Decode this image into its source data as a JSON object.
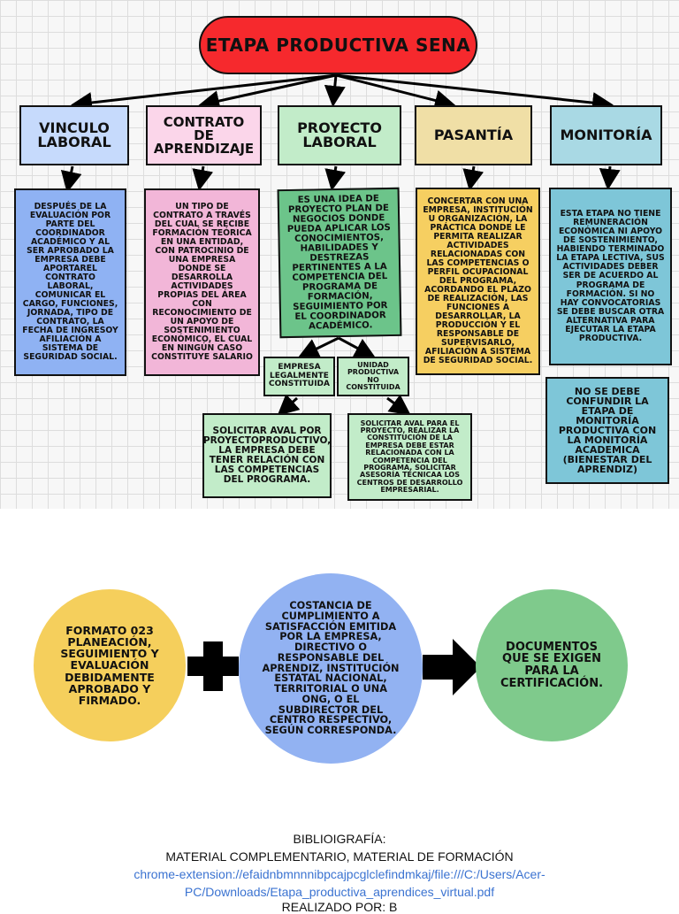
{
  "title": "ETAPA PRODUCTIVA SENA",
  "categories": [
    {
      "label": "VINCULO LABORAL",
      "color": "#c6dafc"
    },
    {
      "label": "CONTRATO DE APRENDIZAJE",
      "color": "#fbd6ea"
    },
    {
      "label": "PROYECTO LABORAL",
      "color": "#c2ecc9"
    },
    {
      "label": "PASANTÍA",
      "color": "#f0dfa6"
    },
    {
      "label": "MONITORÍA",
      "color": "#a9d9e4"
    }
  ],
  "descriptions": [
    {
      "text": "DESPUÉS DE LA EVALUACIÓN POR PARTE DEL COORDINADOR ACADÉMICO Y AL SER APROBADO LA EMPRESA DEBE APORTAREL CONTRATO LABORAL, COMUNICAR EL CARGO, FUNCIONES, JORNADA, TIPO DE CONTRATO, LA FECHA DE INGRESOY AFILIACIÓN A SISTEMA DE SEGURIDAD SOCIAL.",
      "color": "#8fb2f3"
    },
    {
      "text": "UN TIPO DE CONTRATO A TRAVÉS DEL CUAL SE RECIBE FORMACIÓN TEÓRICA EN UNA ENTIDAD, CON PATROCINIO DE UNA EMPRESA DONDE SE DESARROLLA ACTIVIDADES PROPIAS DEL ÁREA CON RECONOCIMIENTO DE UN APOYO DE SOSTENIMIENTO ECONÓMICO, EL CUAL EN NINGÚN CASO CONSTITUYE SALARIO",
      "color": "#f2b6d8"
    },
    {
      "text": "ES UNA IDEA DE PROYECTO PLAN DE NEGOCIOS DONDE PUEDA APLICAR LOS CONOCIMIENTOS, HABILIDADES Y DESTREZAS PERTINENTES A LA COMPETENCIA DEL PROGRAMA DE FORMACIÓN, SEGUIMIENTO POR EL COORDINADOR ACADÉMICO.",
      "color": "#6cc48a"
    },
    {
      "text": "CONCERTAR CON UNA EMPRESA, INSTITUCIÓN U ORGANIZACIÓN, LA PRÁCTICA DONDE LE PERMITA REALIZAR ACTIVIDADES RELACIONADAS CON LAS COMPETENCIAS O PERFIL OCUPACIONAL DEL PROGRAMA, ACORDANDO EL PLAZO DE REALIZACIÓN, LAS FUNCIONES A DESARROLLAR, LA PRODUCCIÓN Y EL RESPONSABLE DE SUPERVISARLO, AFILIACIÓN A SISTEMA DE SEGURIDAD SOCIAL.",
      "color": "#f6cf61"
    },
    {
      "text": "ESTA ETAPA NO TIENE REMUNERACIÓN ECONÓMICA NI APOYO DE SOSTENIMIENTO, HABIENDO TERMINADO LA ETAPA LECTIVA, SUS ACTIVIDADES DEBER SER DE ACUERDO AL PROGRAMA DE FORMACIÓN. SI NO HAY CONVOCATORIAS SE DEBE BUSCAR OTRA ALTERNATIVA PARA EJECUTAR LA ETAPA PRODUCTIVA.",
      "color": "#7ec6d8"
    }
  ],
  "monitoria_note": "NO SE DEBE CONFUNDIR LA ETAPA DE MONITORÍA PRODUCTIVA CON LA MONITORÍA ACADEMICA (BIENESTAR DEL APRENDIZ)",
  "proyecto_branches": [
    {
      "label": "EMPRESA LEGALMENTE CONSTITUIDA",
      "result": "SOLICITAR AVAL POR PROYECTOPRODUCTIVO, LA EMPRESA DEBE TENER RELACIÓN CON LAS COMPETENCIAS DEL PROGRAMA."
    },
    {
      "label": "UNIDAD PRODUCTIVA NO CONSTITUIDA",
      "result": "SOLICITAR AVAL PARA EL PROYECTO, REALIZAR LA CONSTITUCIÓN DE LA EMPRESA DEBE ESTAR RELACIONADA CON LA COMPETENCIA DEL PROGRAMA, SOLICITAR ASESORÍA TÉCNICAA LOS CENTROS DE DESARROLLO EMPRESARIAL."
    }
  ],
  "requirements": {
    "formato": {
      "text": "FORMATO 023 PLANEACIÓN, SEGUIMIENTO Y EVALUACIÓN DEBIDAMENTE APROBADO Y FIRMADO.",
      "color": "#f5cf5c"
    },
    "constancia": {
      "text": "COSTANCIA DE CUMPLIMIENTO A SATISFACCIÓN EMITIDA POR LA EMPRESA, DIRECTIVO O RESPONSABLE DEL APRENDIZ, INSTITUCIÓN ESTATAL NACIONAL, TERRITORIAL O UNA ONG, O EL SUBDIRECTOR DEL CENTRO RESPECTIVO, SEGÚN CORRESPONDA.",
      "color": "#92b2f2"
    },
    "documentos": {
      "text": "DOCUMENTOS QUE SE EXIGEN PARA LA CERTIFICACIÓN.",
      "color": "#7fca8c"
    }
  },
  "bibliography": {
    "heading": "BIBLIOIGRAFÍA:",
    "material": "MATERIAL COMPLEMENTARIO, MATERIAL DE FORMACIÓN",
    "link_line1": "chrome-extension://efaidnbmnnnibpcajpcglclefindmkaj/file:///C:/Users/Acer-",
    "link_line2": "PC/Downloads/Etapa_productiva_aprendices_virtual.pdf",
    "author": "REALIZADO POR: B"
  }
}
